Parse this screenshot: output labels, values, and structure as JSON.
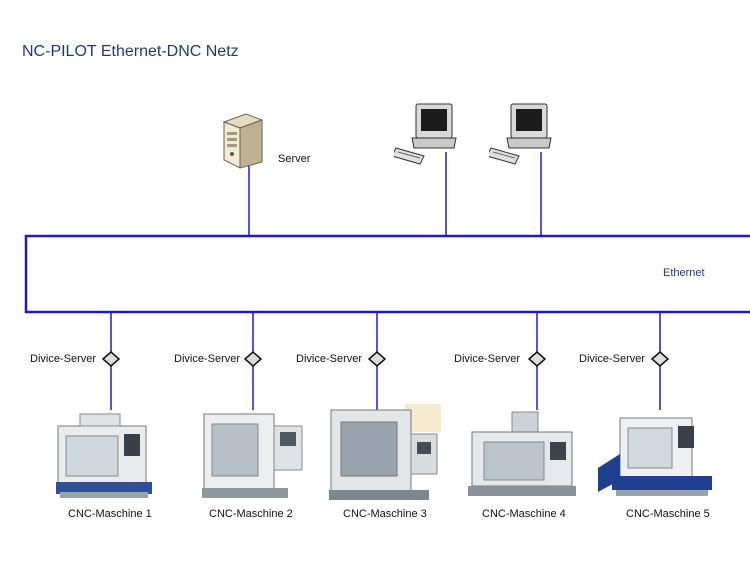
{
  "title": "NC-PILOT Ethernet-DNC Netz",
  "server_label": "Server",
  "network_label": "Ethernet",
  "device_servers": [
    {
      "label": "Divice-Server"
    },
    {
      "label": "Divice-Server"
    },
    {
      "label": "Divice-Server"
    },
    {
      "label": "Divice-Server"
    },
    {
      "label": "Divice-Server"
    }
  ],
  "machines": [
    {
      "label": "CNC-Maschine 1"
    },
    {
      "label": "CNC-Maschine 2"
    },
    {
      "label": "CNC-Maschine 3"
    },
    {
      "label": "CNC-Maschine 4"
    },
    {
      "label": "CNC-Maschine 5"
    }
  ],
  "colors": {
    "line": "#1a1acc",
    "title": "#1f3b73"
  }
}
